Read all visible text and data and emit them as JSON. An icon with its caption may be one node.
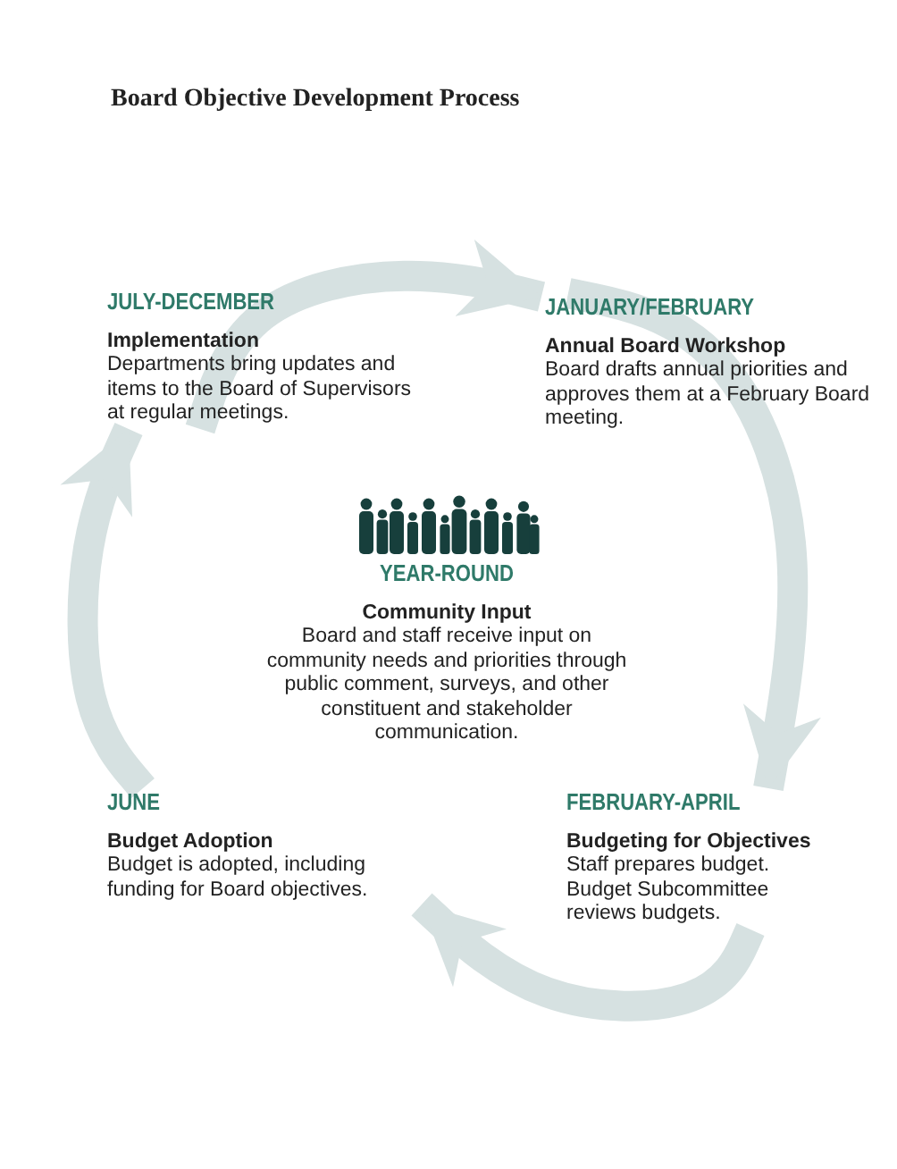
{
  "diagram": {
    "title": "Board Objective Development Process",
    "nodes": [
      {
        "text": [
          "JULY-DECEMBER",
          "Implementation",
          "Departments bring updates and items to the Board of Supervisors at regular meetings."
        ]
      },
      {
        "text": [
          "JANUARY/FEBRUARY",
          "Annual Board Workshop",
          "Board drafts annual priorities and approves them at a February Board meeting."
        ]
      },
      {
        "text": [
          "YEAR-ROUND",
          "Community Input",
          "Board and staff receive input on community needs and priorities through public comment, surveys, and other constituent and stakeholder communication."
        ]
      },
      {
        "text": [
          "JUNE",
          "Budget Adoption",
          "Budget is adopted, including funding for Board objectives."
        ]
      },
      {
        "text": [
          "FEBRUARY-APRIL",
          "Budgeting for Objectives",
          "Staff prepares budget. Budget Subcommittee reviews budgets."
        ]
      }
    ],
    "edges": [
      {
        "from": 0,
        "to": 1,
        "arrow": "to"
      },
      {
        "from": 1,
        "to": 4,
        "arrow": "to"
      },
      {
        "from": 4,
        "to": 3,
        "arrow": "to"
      },
      {
        "from": 3,
        "to": 0,
        "arrow": "to"
      }
    ]
  }
}
